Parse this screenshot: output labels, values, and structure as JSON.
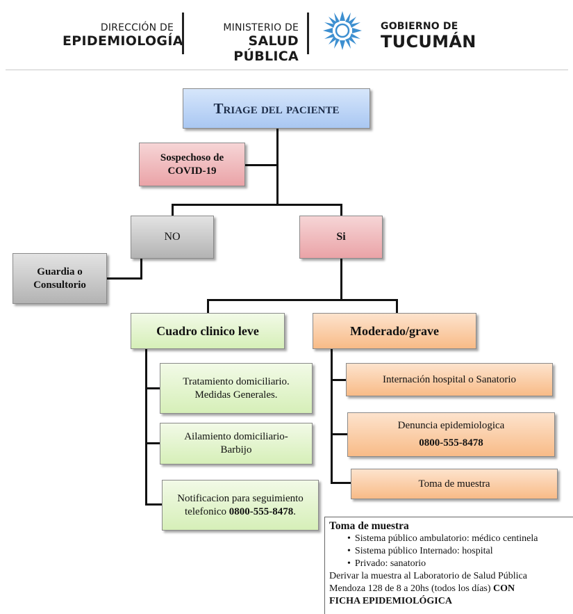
{
  "header": {
    "direccion": {
      "top": "DIRECCIÓN DE",
      "bottom": "EPIDEMIOLOGÍA"
    },
    "ministerio": {
      "top": "MINISTERIO DE",
      "bottom": "SALUD PÚBLICA"
    },
    "gobierno": {
      "top": "GOBIERNO DE",
      "bottom": "TUCUMÁN"
    },
    "logo_icon": "gobierno-tucuman-logo",
    "logo_color": "#3d8fd0"
  },
  "colors": {
    "title_box": "#bcd4f5",
    "suspect_box": "#f0bbbf",
    "no_box": "#c8c8c8",
    "mild_box": "#e3f3cf",
    "severe_box": "#fbcda5"
  },
  "flow": {
    "title": "Triage del paciente",
    "sospechoso": [
      "Sospechoso de",
      "COVID-19"
    ],
    "no": "NO",
    "si": "Si",
    "guardia": [
      "Guardia o",
      "Consultorio"
    ],
    "leve": "Cuadro clinico leve",
    "grave": "Moderado/grave",
    "leve_items": {
      "tratamiento": [
        "Tratamiento domiciliario.",
        "Medidas Generales."
      ],
      "aislamiento": [
        "Ailamiento domiciliario-",
        "Barbijo"
      ],
      "notificacion": {
        "line1": "Notificacion para seguimiento",
        "line2_text": "telefonico ",
        "line2_phone": "0800-555-8478",
        "line2_end": "."
      }
    },
    "grave_items": {
      "internacion": "Internación hospital o Sanatorio",
      "denuncia": "Denuncia epidemiologica",
      "denuncia_phone": "0800-555-8478",
      "toma": "Toma de muestra"
    }
  },
  "info": {
    "title": "Toma de muestra",
    "bullets": [
      "Sistema público ambulatorio: médico centinela",
      "Sistema público Internado: hospital",
      "Privado: sanatorio"
    ],
    "line1": "Derivar la muestra al Laboratorio de Salud Pública",
    "line2": "Mendoza 128 de 8 a 20hs (todos los días) ",
    "line2_bold": "CON",
    "line3_bold": "FICHA EPIDEMIOLÓGICA"
  }
}
